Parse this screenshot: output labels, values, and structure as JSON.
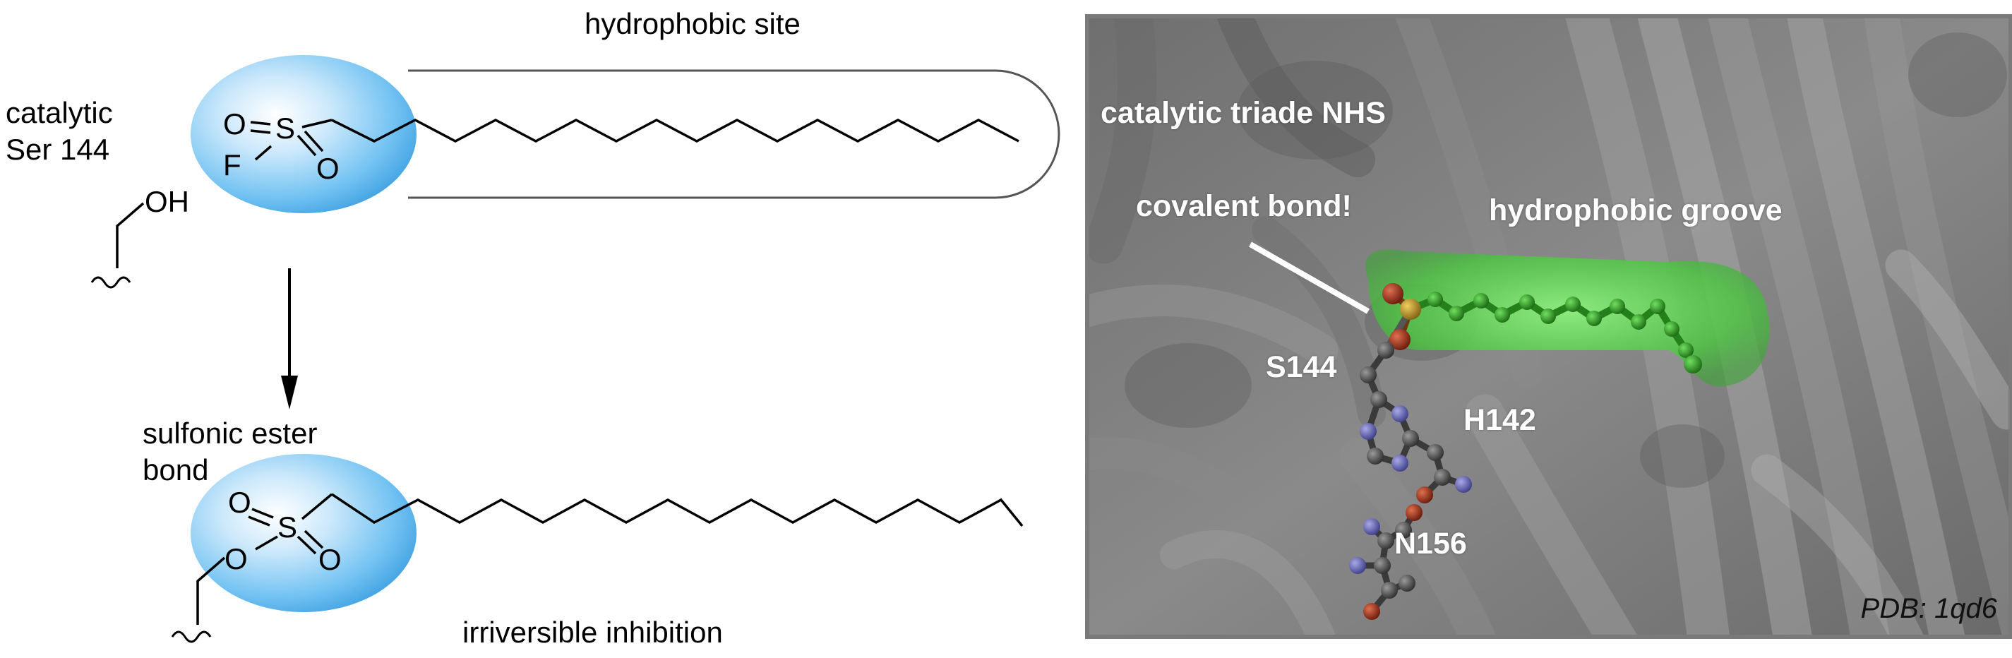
{
  "scheme": {
    "hydrophobic_site_label": "hydrophobic site",
    "catalytic_line1": "catalytic",
    "catalytic_line2": "Ser 144",
    "sulfonic_line1": "sulfonic ester",
    "sulfonic_line2": "bond",
    "bottom_caption": "irriversible inhibition",
    "atoms": {
      "O": "O",
      "S": "S",
      "F": "F",
      "OH": "OH"
    }
  },
  "structure_panel": {
    "catalytic_triad_label": "catalytic triade NHS",
    "covalent_label": "covalent bond!",
    "groove_label": "hydrophobic groove",
    "s144": "S144",
    "h142": "H142",
    "n156": "N156",
    "pdb": "PDB: 1qd6"
  },
  "colors": {
    "blob": "#5bb6ef",
    "groove": "#5fd35a",
    "ligand": "#2e8b22",
    "sulfur": "#c8a020",
    "oxygen": "#b0401e",
    "nitrogen": "#6a6ab8",
    "carbon": "#4a4a4a",
    "panel_bg": "#7d7d7d"
  }
}
